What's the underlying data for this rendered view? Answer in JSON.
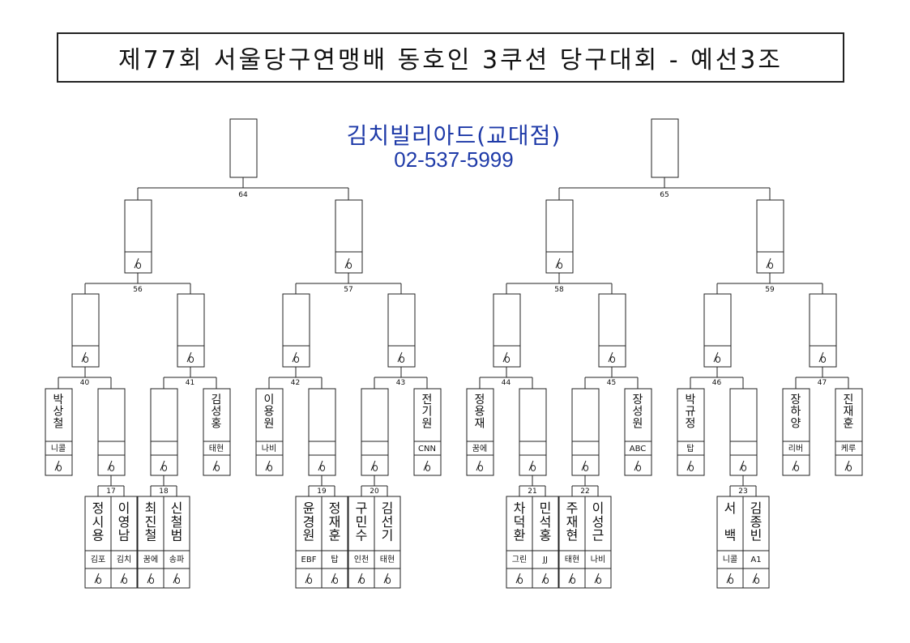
{
  "title": "제77회 서울당구연맹배 동호인 3쿠션 당구대회 - 예선3조",
  "venue": {
    "name": "김치빌리아드(교대점)",
    "phone": "02-537-5999"
  },
  "score_symbol": "⁄⁰",
  "groups": [
    {
      "final_match": "64",
      "semis": [
        "56",
        "57"
      ],
      "r3": [
        "40",
        "41",
        "42",
        "43"
      ],
      "r4": [
        "17",
        "18",
        "19",
        "20"
      ]
    },
    {
      "final_match": "65",
      "semis": [
        "58",
        "59"
      ],
      "r3": [
        "44",
        "45",
        "46",
        "47"
      ],
      "r4": [
        "21",
        "22",
        "23"
      ]
    }
  ],
  "seeded_players": [
    {
      "name": "박상철",
      "club": "니콜",
      "match": "40"
    },
    {
      "name": "김성홍",
      "club": "태현",
      "match": "41"
    },
    {
      "name": "이용원",
      "club": "나비",
      "match": "42"
    },
    {
      "name": "전기원",
      "club": "CNN",
      "match": "43"
    },
    {
      "name": "정용재",
      "club": "꿈에",
      "match": "44"
    },
    {
      "name": "장성원",
      "club": "ABC",
      "match": "45"
    },
    {
      "name": "박규정",
      "club": "탑",
      "match": "46"
    },
    {
      "name": "장하양",
      "club": "리버",
      "match": "47"
    },
    {
      "name": "진재훈",
      "club": "케루",
      "match": "47"
    }
  ],
  "qualifier_players": [
    {
      "name": "정시용",
      "club": "김포",
      "match": "17"
    },
    {
      "name": "이영남",
      "club": "김치",
      "match": "17"
    },
    {
      "name": "최진철",
      "club": "꿈에",
      "match": "18"
    },
    {
      "name": "신철범",
      "club": "송파",
      "match": "18"
    },
    {
      "name": "윤경원",
      "club": "EBF",
      "match": "19"
    },
    {
      "name": "정재훈",
      "club": "탑",
      "match": "19"
    },
    {
      "name": "구민수",
      "club": "인천",
      "match": "20"
    },
    {
      "name": "김선기",
      "club": "태현",
      "match": "20"
    },
    {
      "name": "차덕환",
      "club": "그린",
      "match": "21"
    },
    {
      "name": "민석홍",
      "club": "JJ",
      "match": "21"
    },
    {
      "name": "주재현",
      "club": "태현",
      "match": "22"
    },
    {
      "name": "이성근",
      "club": "나비",
      "match": "22"
    },
    {
      "name": "서 백",
      "club": "니콜",
      "match": "23"
    },
    {
      "name": "김종빈",
      "club": "A1",
      "match": "23"
    }
  ]
}
